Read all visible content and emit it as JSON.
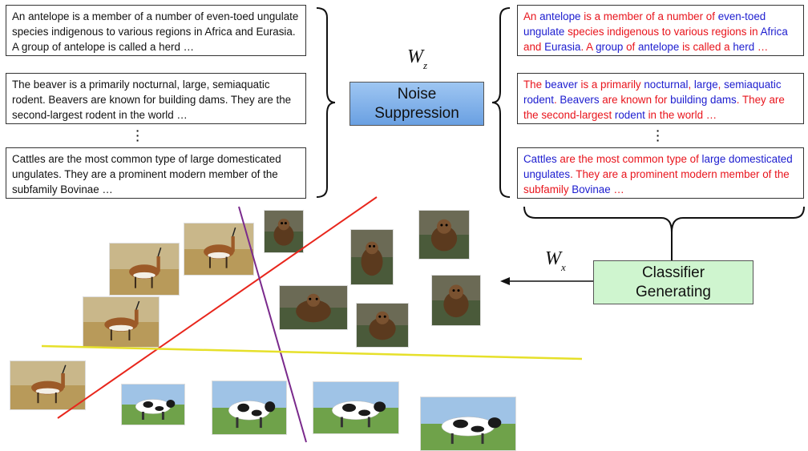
{
  "left_texts": [
    {
      "segments": [
        {
          "t": "An antelope is a member of a number of even-toed ungulate species indigenous to various regions in Africa and Eurasia. A group of antelope is called a herd …",
          "c": ""
        }
      ]
    },
    {
      "segments": [
        {
          "t": "The beaver is a primarily nocturnal, large, semiaquatic rodent. Beavers are known for building dams. They are the second-largest rodent in the world …",
          "c": ""
        }
      ]
    },
    {
      "segments": [
        {
          "t": "Cattles are the most common type of large domesticated ungulates. They are a prominent modern member of the subfamily Bovinae …",
          "c": ""
        }
      ]
    }
  ],
  "right_texts": [
    {
      "segments": [
        {
          "t": "An ",
          "c": "red"
        },
        {
          "t": "antelope",
          "c": "blue"
        },
        {
          "t": " is a member of a number of ",
          "c": "red"
        },
        {
          "t": "even-toed ungulate",
          "c": "blue"
        },
        {
          "t": " species indigenous to various regions in ",
          "c": "red"
        },
        {
          "t": "Africa",
          "c": "blue"
        },
        {
          "t": " and ",
          "c": "red"
        },
        {
          "t": "Eurasia",
          "c": "blue"
        },
        {
          "t": ". A ",
          "c": "red"
        },
        {
          "t": "group",
          "c": "blue"
        },
        {
          "t": " of ",
          "c": "red"
        },
        {
          "t": "antelope",
          "c": "blue"
        },
        {
          "t": " is called a ",
          "c": "red"
        },
        {
          "t": "herd",
          "c": "blue"
        },
        {
          "t": " …",
          "c": "red"
        }
      ]
    },
    {
      "segments": [
        {
          "t": "The ",
          "c": "red"
        },
        {
          "t": "beaver",
          "c": "blue"
        },
        {
          "t": " is a primarily ",
          "c": "red"
        },
        {
          "t": "nocturnal",
          "c": "blue"
        },
        {
          "t": ", ",
          "c": "red"
        },
        {
          "t": "large",
          "c": "blue"
        },
        {
          "t": ", ",
          "c": "red"
        },
        {
          "t": "semiaquatic rodent",
          "c": "blue"
        },
        {
          "t": ". ",
          "c": "red"
        },
        {
          "t": "Beavers",
          "c": "blue"
        },
        {
          "t": " are known for ",
          "c": "red"
        },
        {
          "t": "building dams",
          "c": "blue"
        },
        {
          "t": ". They are the second-largest ",
          "c": "red"
        },
        {
          "t": "rodent",
          "c": "blue"
        },
        {
          "t": " in the world …",
          "c": "red"
        }
      ]
    },
    {
      "segments": [
        {
          "t": "Cattles",
          "c": "blue"
        },
        {
          "t": " are the most common type of ",
          "c": "red"
        },
        {
          "t": "large domesticated ungulates",
          "c": "blue"
        },
        {
          "t": ". They are a prominent modern member of the subfamily ",
          "c": "red"
        },
        {
          "t": "Bovinae",
          "c": "blue"
        },
        {
          "t": " …",
          "c": "red"
        }
      ]
    }
  ],
  "noise_module": {
    "line1": "Noise",
    "line2": "Suppression",
    "symbol": "W",
    "subscript": "z"
  },
  "classifier_module": {
    "line1": "Classifier",
    "line2": "Generating",
    "symbol": "W",
    "subscript": "x"
  },
  "colors": {
    "red_line": "#e8261c",
    "purple_line": "#7a2a8c",
    "yellow_line": "#e6e02a",
    "highlight_blue": "#1c1ccf",
    "highlight_red": "#e8141c"
  },
  "photos": [
    {
      "name": "antelope-photo-1",
      "kind": "antelope"
    },
    {
      "name": "antelope-photo-2",
      "kind": "antelope"
    },
    {
      "name": "antelope-photo-3",
      "kind": "antelope"
    },
    {
      "name": "antelope-photo-4",
      "kind": "antelope"
    },
    {
      "name": "beaver-photo-1",
      "kind": "beaver"
    },
    {
      "name": "beaver-photo-2",
      "kind": "beaver"
    },
    {
      "name": "beaver-photo-3",
      "kind": "beaver"
    },
    {
      "name": "beaver-photo-4",
      "kind": "beaver"
    },
    {
      "name": "beaver-photo-5",
      "kind": "beaver"
    },
    {
      "name": "beaver-photo-6",
      "kind": "beaver"
    },
    {
      "name": "cow-photo-1",
      "kind": "cow"
    },
    {
      "name": "cow-photo-2",
      "kind": "cow"
    },
    {
      "name": "cow-photo-3",
      "kind": "cow"
    },
    {
      "name": "cow-photo-4",
      "kind": "cow"
    }
  ]
}
